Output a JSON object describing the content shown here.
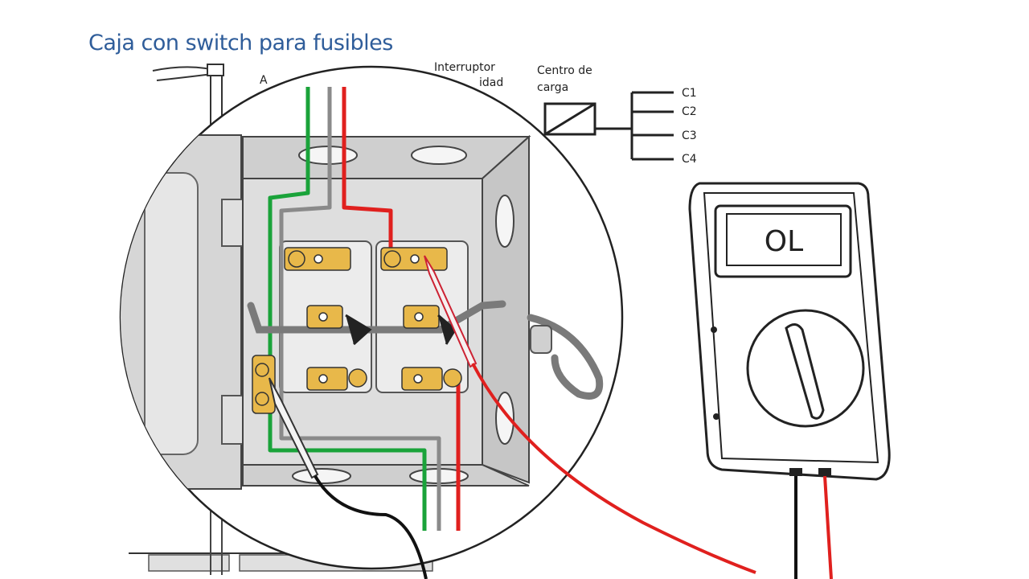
{
  "title": "Caja con switch para fusibles",
  "labels": {
    "interruptor_line1": "Interruptor",
    "interruptor_line2": "idad",
    "partial_a": "A",
    "centro_line1": "Centro de",
    "centro_line2": "carga"
  },
  "circuits": [
    "C1",
    "C2",
    "C3",
    "C4"
  ],
  "multimeter": {
    "display": "OL"
  },
  "colors": {
    "title": "#2f5d9a",
    "wire_green": "#1aa33a",
    "wire_gray": "#8a8a8a",
    "wire_red": "#e0201e",
    "terminal": "#e8b84a",
    "box": "#d9d9d9",
    "outline": "#333333"
  },
  "icons": [
    "fuse-box-icon",
    "multimeter-icon",
    "probe-icon",
    "load-center-icon"
  ]
}
